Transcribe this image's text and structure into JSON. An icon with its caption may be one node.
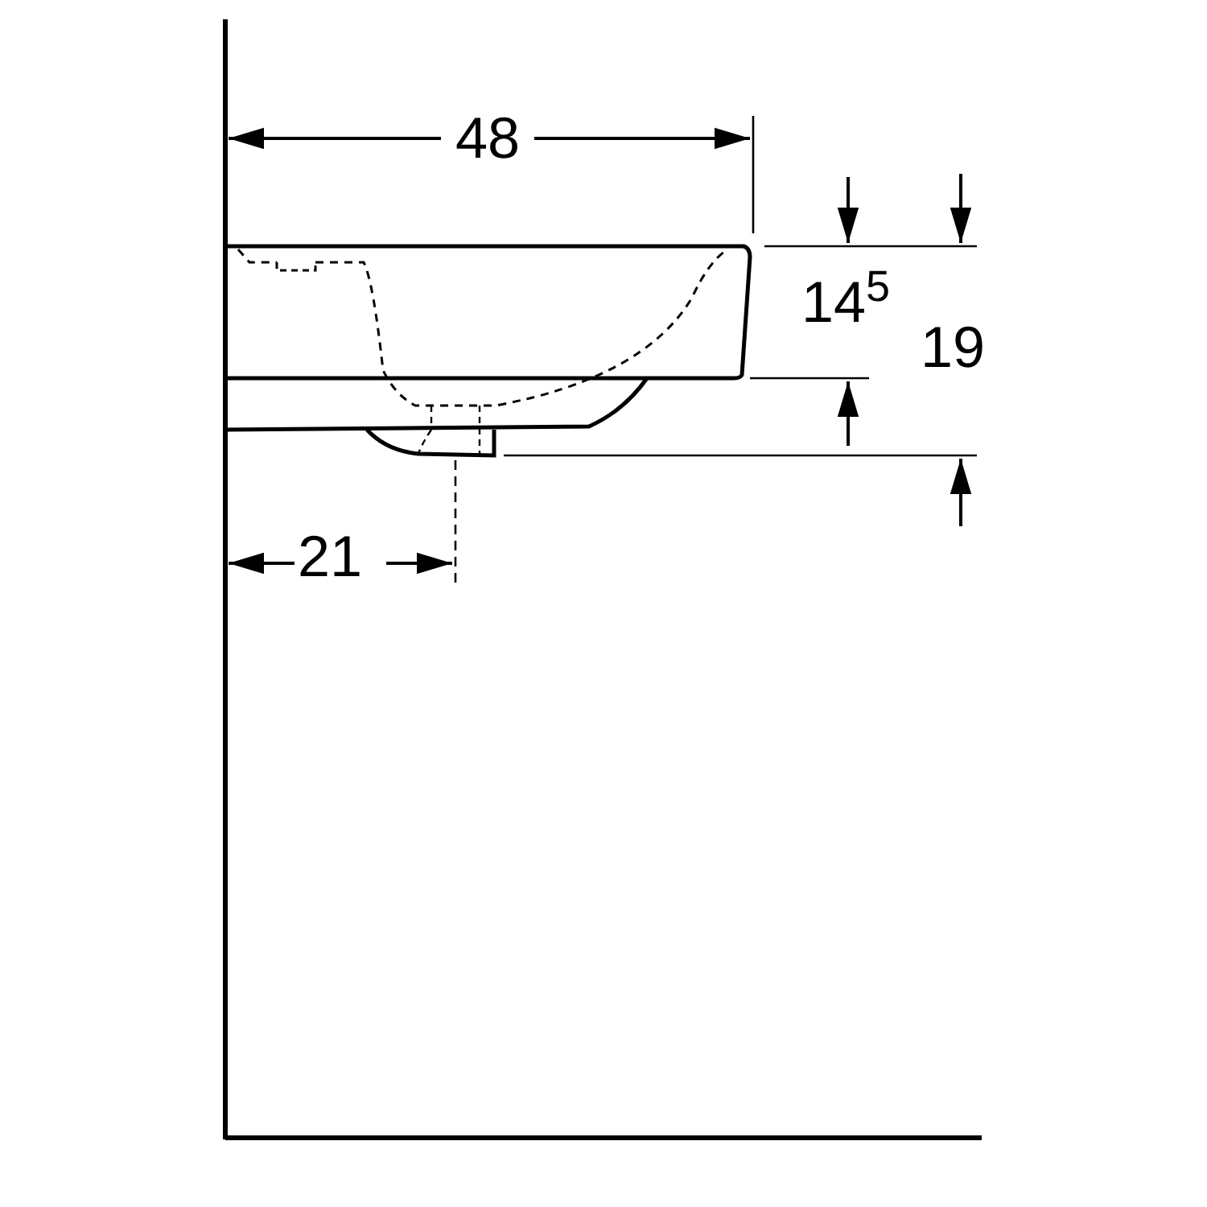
{
  "diagram": {
    "labels": [
      "48",
      "14$^{5}$",
      "19",
      "21"
    ]
  }
}
